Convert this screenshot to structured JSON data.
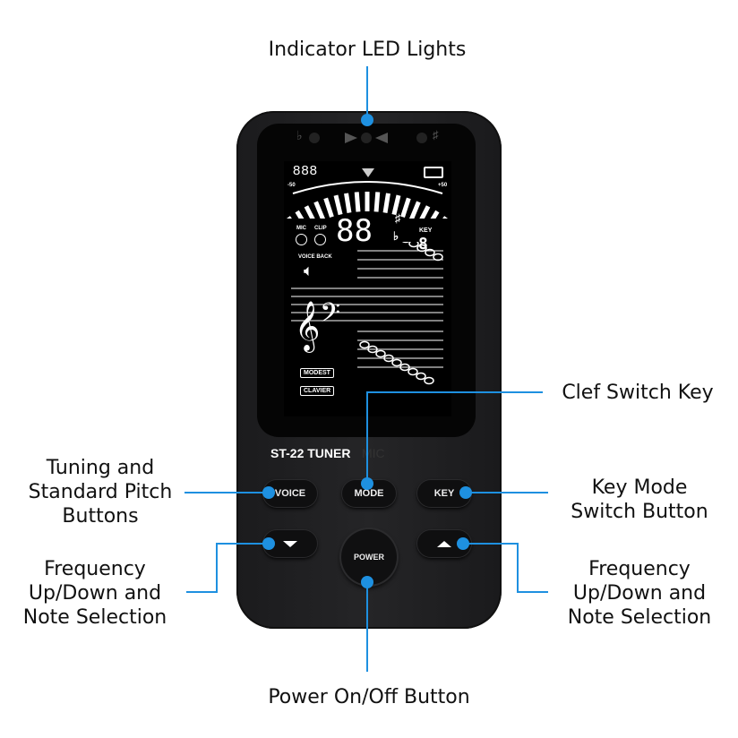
{
  "callouts": {
    "indicator_leds": "Indicator LED Lights",
    "clef_switch": "Clef Switch Key",
    "tuning_pitch": [
      "Tuning and",
      "Standard Pitch",
      "Buttons"
    ],
    "key_mode": [
      "Key Mode",
      "Switch Button"
    ],
    "freq_left": [
      "Frequency",
      "Up/Down and",
      "Note Selection"
    ],
    "freq_right": [
      "Frequency",
      "Up/Down and",
      "Note Selection"
    ],
    "power": "Power On/Off Button"
  },
  "device": {
    "model": "ST-22 TUNER",
    "mic_label": "MIC",
    "flat_symbol": "♭",
    "sharp_symbol": "♯",
    "buttons": {
      "voice": "VOICE",
      "mode": "MODE",
      "key": "KEY",
      "power": "POWER"
    },
    "lcd": {
      "freq_digits": "888",
      "scale_min": "-50",
      "scale_max": "+50",
      "mic": "MIC",
      "clip": "CLIP",
      "voice_back": "VOICE BACK",
      "note_digits": "88",
      "key": "KEY",
      "key_digit": "8",
      "modest": "MODEST",
      "clavier": "CLAVIER"
    }
  },
  "colors": {
    "accent": "#1e90e0",
    "device": "#1f1f21"
  }
}
